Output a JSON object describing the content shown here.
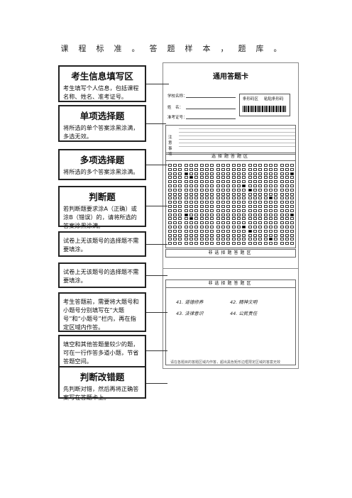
{
  "header": {
    "title": "课程标准。答题样本，题库。"
  },
  "card": {
    "title": "通用答题卡",
    "fields": [
      "学校名称：",
      "姓　名：",
      "准考证号："
    ],
    "barcode_labels": [
      "条形码区",
      "粘贴条形码"
    ],
    "notes_label": "注意事项",
    "section_choice": "选择题答题区",
    "section_nonchoice": "非选择题答题区",
    "essay_lines": [
      "41. 道德修养",
      "42. 精神文明",
      "43. 法律意识",
      "44. 公民责任"
    ],
    "footer": "请在各题目的答题区域内作答，超出黑色矩形边框限定区域的答案无效"
  },
  "callouts": [
    {
      "head": "考生信息填写区",
      "body": "考生填写个人信息，包括课程名称、姓名、准考证号。"
    },
    {
      "head": "单项选择题",
      "body": "将所选的单个答案涂黑涂满，多选无效。"
    },
    {
      "head": "多项选择题",
      "body": "将所选的多个答案涂黑涂满。"
    },
    {
      "head": "判断题",
      "body": "若判断题要求涂A（正确）或涂B（错误）的，请将所选的答案涂黑涂满。"
    },
    {
      "head": "",
      "body": "试卷上无该题号的选择题不需要填涂。"
    },
    {
      "head": "",
      "body": "试卷上无该题号的选择题不需要填涂。"
    },
    {
      "head": "",
      "body": "考生答题前，需要将大题号和小题号分别填写在“大题号”和“小题号”栏内，再在指定区域内作答。"
    },
    {
      "head": "",
      "body": "填空和其他答题量较少的题，可在一行作答多道小题，节省答题空间。"
    },
    {
      "head": "判断改错题",
      "body": "先判断对错，然后再将正确答案写在答题卡上。"
    }
  ]
}
